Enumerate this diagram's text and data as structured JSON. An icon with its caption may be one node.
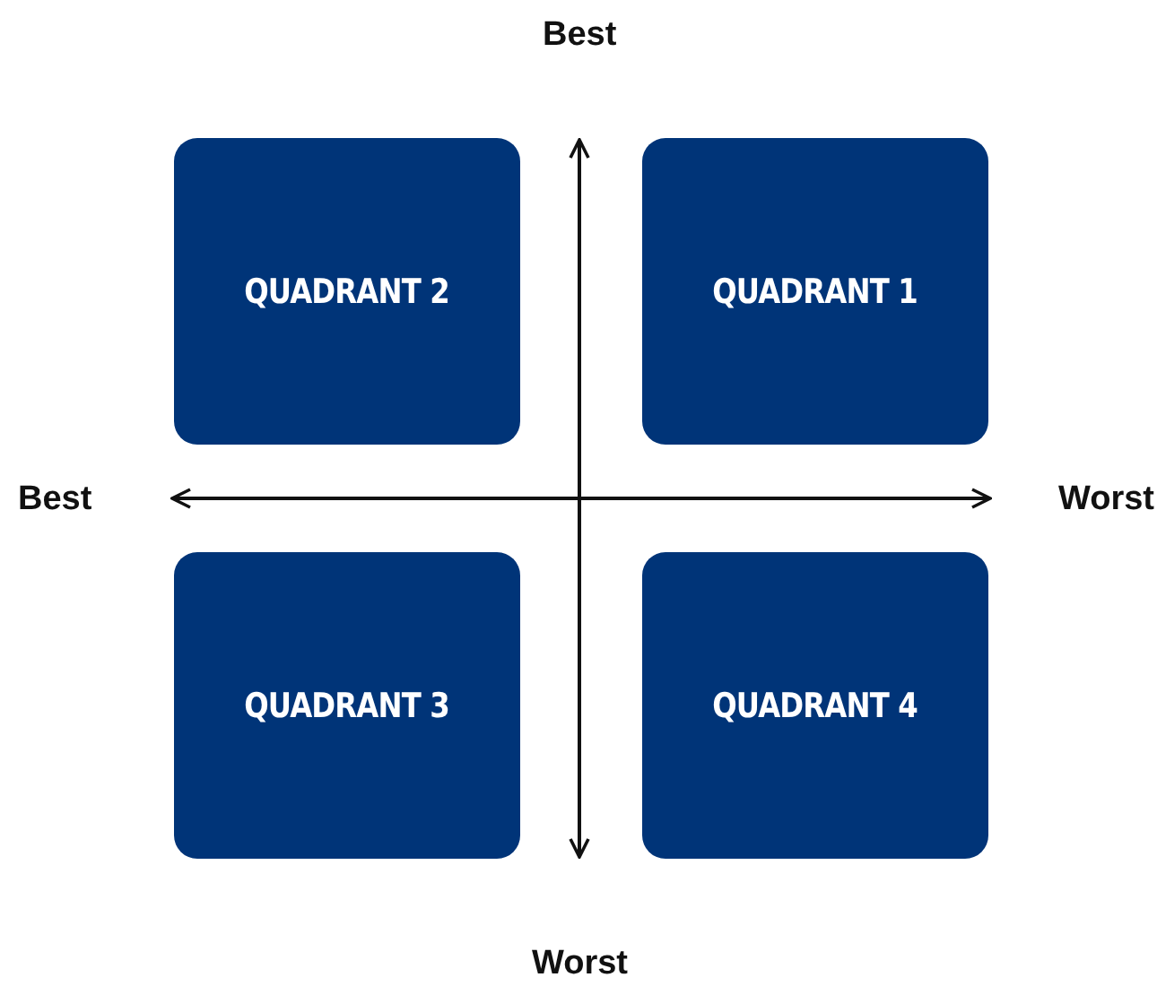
{
  "diagram": {
    "nodes": [
      {
        "text": [
          "QUADRANT 2"
        ]
      },
      {
        "text": [
          "QUADRANT 1"
        ]
      },
      {
        "text": [
          "QUADRANT 3"
        ]
      },
      {
        "text": [
          "QUADRANT 4"
        ]
      }
    ],
    "labels": [
      "Best",
      "Best",
      "Worst",
      "Worst"
    ]
  }
}
